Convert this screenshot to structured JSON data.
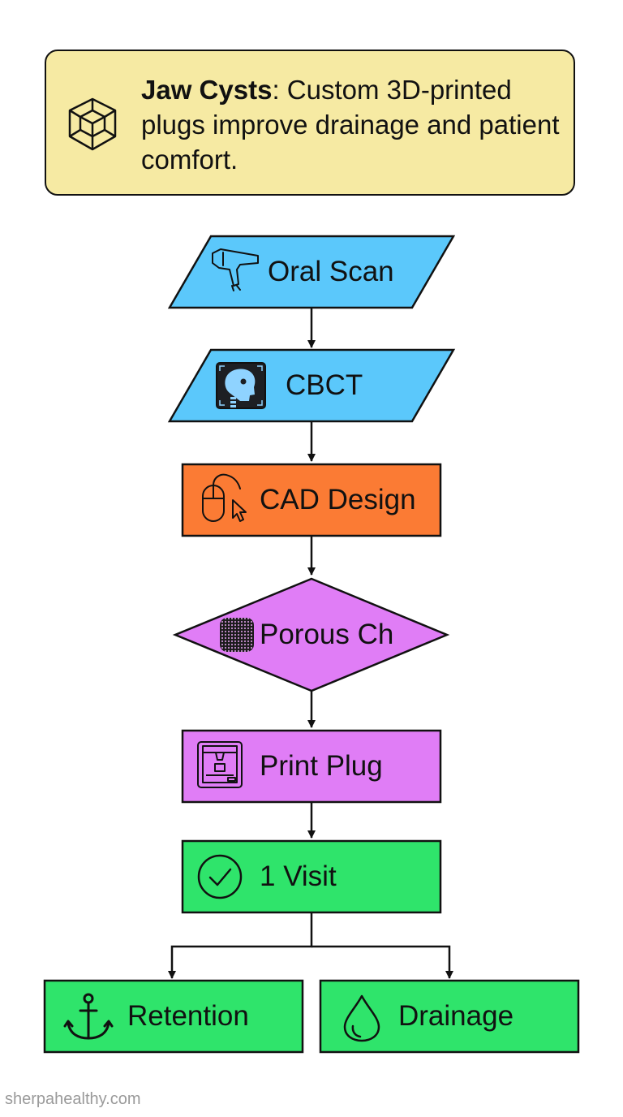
{
  "banner": {
    "title": "Jaw Cysts",
    "separator": ":",
    "text": " Custom 3D-printed plugs improve drainage and patient comfort.",
    "icon": "3d-cube-icon",
    "background": "#f6eaa3"
  },
  "nodes": {
    "oral_scan": {
      "label": "Oral Scan",
      "icon": "scanner-icon",
      "shape": "parallelogram",
      "color": "#5bc8fb"
    },
    "cbct": {
      "label": "CBCT",
      "icon": "skull-xray-icon",
      "shape": "parallelogram",
      "color": "#5bc8fb"
    },
    "cad_design": {
      "label": "CAD Design",
      "icon": "mouse-cursor-icon",
      "shape": "rectangle",
      "color": "#fb7b34"
    },
    "porous_ch": {
      "label": "Porous Ch",
      "icon": "porous-mesh-icon",
      "shape": "diamond",
      "color": "#e07df6"
    },
    "print_plug": {
      "label": "Print Plug",
      "icon": "3d-printer-icon",
      "shape": "rectangle",
      "color": "#e07df6"
    },
    "one_visit": {
      "label": "1 Visit",
      "icon": "check-circle-icon",
      "shape": "rectangle",
      "color": "#2fe46b"
    },
    "retention": {
      "label": "Retention",
      "icon": "anchor-icon",
      "shape": "rectangle",
      "color": "#2fe46b"
    },
    "drainage": {
      "label": "Drainage",
      "icon": "droplet-icon",
      "shape": "rectangle",
      "color": "#2fe46b"
    }
  },
  "footer": {
    "text": "sherpahealthy.com"
  }
}
